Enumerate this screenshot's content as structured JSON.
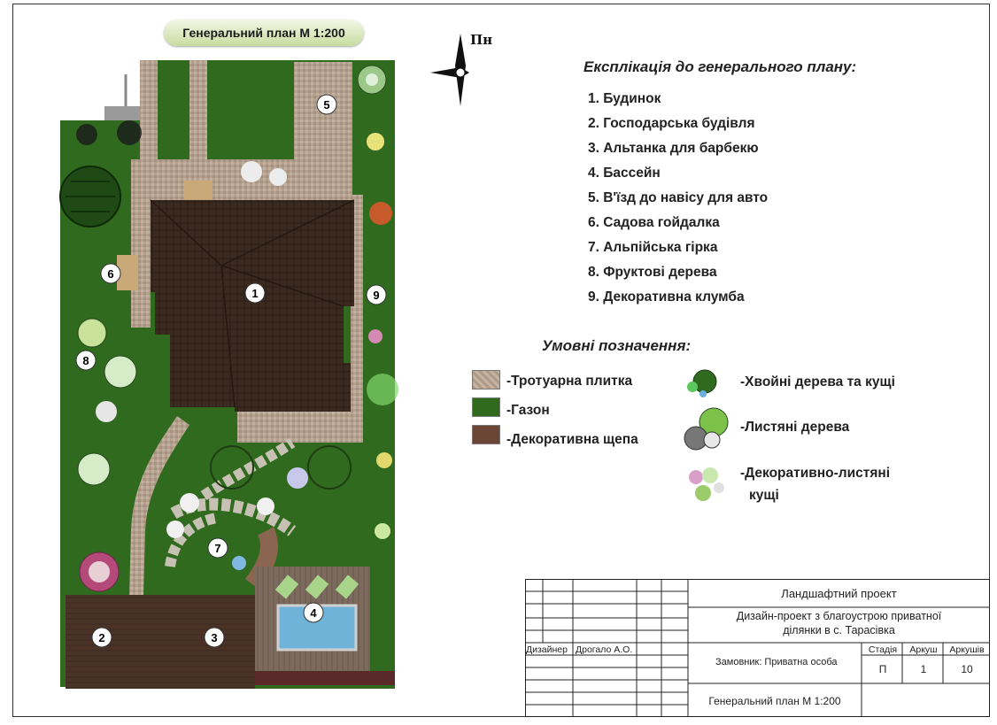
{
  "plan_title": "Генеральний план М 1:200",
  "north_label": "Пн",
  "explication": {
    "title": "Експлікація до генерального плану:",
    "items": [
      "1. Будинок",
      "2. Господарська будівля",
      "3. Альтанка для барбекю",
      "4. Бассейн",
      "5. В'їзд до навісу для авто",
      "6. Садова гойдалка",
      "7. Альпійська гірка",
      "8. Фруктові дерева",
      "9. Декоративна клумба"
    ]
  },
  "legend": {
    "title": "Умовні позначення:",
    "tile": "-Тротуарна плитка",
    "lawn": "-Газон",
    "chips": "-Декоративна щепа",
    "conifers": "-Хвойні дерева та кущі",
    "deciduous": "-Листяні дерева",
    "shrubs_line1": "-Декоративно-листяні",
    "shrubs_line2": "кущі"
  },
  "markers": [
    "1",
    "2",
    "3",
    "4",
    "5",
    "6",
    "7",
    "8",
    "9"
  ],
  "stamp": {
    "project": "Ландшафтний проект",
    "description_line1": "Дизайн-проект з благоустрою приватної",
    "description_line2": "ділянки в с. Тарасівка",
    "designer_label": "Дизайнер",
    "designer_name": "Дрогало А.О.",
    "stage_label": "Стадія",
    "sheet_label": "Аркуш",
    "sheets_label": "Аркушів",
    "customer": "Замовник: Приватна особа",
    "stage_value": "П",
    "sheet_value": "1",
    "sheets_value": "10",
    "drawing_title": "Генеральний план М 1:200"
  },
  "colors": {
    "lawn": "#2f6a1e",
    "paving": "#b3a08e",
    "roof": "#3a2a20",
    "chips": "#6b4636",
    "pool": "#6fb3d9"
  }
}
